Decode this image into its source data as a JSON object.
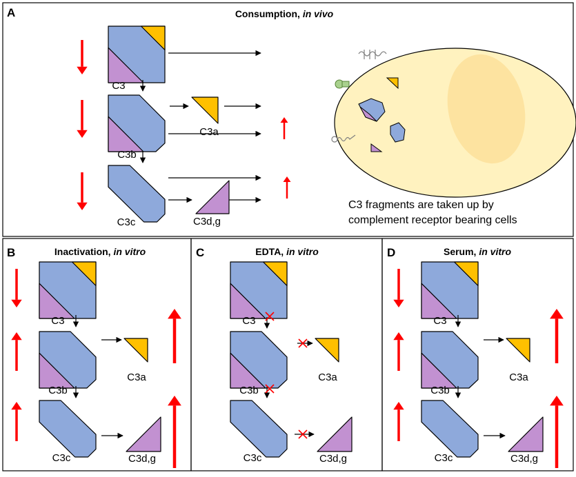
{
  "panels": {
    "a": {
      "letter": "A",
      "title": "Consumption, ",
      "title_italic": "in vivo",
      "caption_line1": "C3 fragments are taken up by",
      "caption_line2": "complement receptor bearing cells"
    },
    "b": {
      "letter": "B",
      "title": "Inactivation, ",
      "title_italic": "in vitro"
    },
    "c": {
      "letter": "C",
      "title": "EDTA, ",
      "title_italic": "in vitro"
    },
    "d": {
      "letter": "D",
      "title": "Serum, ",
      "title_italic": "in vitro"
    }
  },
  "labels": {
    "c3": "C3",
    "c3a": "C3a",
    "c3b": "C3b",
    "c3c": "C3c",
    "c3dg": "C3d,g"
  },
  "colors": {
    "blue": "#8ea9db",
    "purple": "#c291d1",
    "yellow": "#ffc000",
    "red_arrow": "#ff0000",
    "cell_fill": "#fff2bf",
    "nucleus_fill": "#fde3a0",
    "receptor_green": "#a9d18e",
    "outline": "#000000"
  },
  "trend_arrows": {
    "a": {
      "c3": "down",
      "c3b": "down",
      "c3c": "down",
      "c3a": "up",
      "c3dg": "up"
    },
    "b": {
      "c3": "down",
      "c3b": "up",
      "c3c": "up",
      "c3a": "up",
      "c3dg": "up"
    },
    "d": {
      "c3": "down",
      "c3b": "up",
      "c3c": "up",
      "c3a": "up",
      "c3dg": "up"
    }
  },
  "blocked_steps": {
    "c": [
      "c3-to-c3b",
      "c3b-to-c3a",
      "c3b-to-c3c",
      "c3c-to-c3dg"
    ]
  }
}
